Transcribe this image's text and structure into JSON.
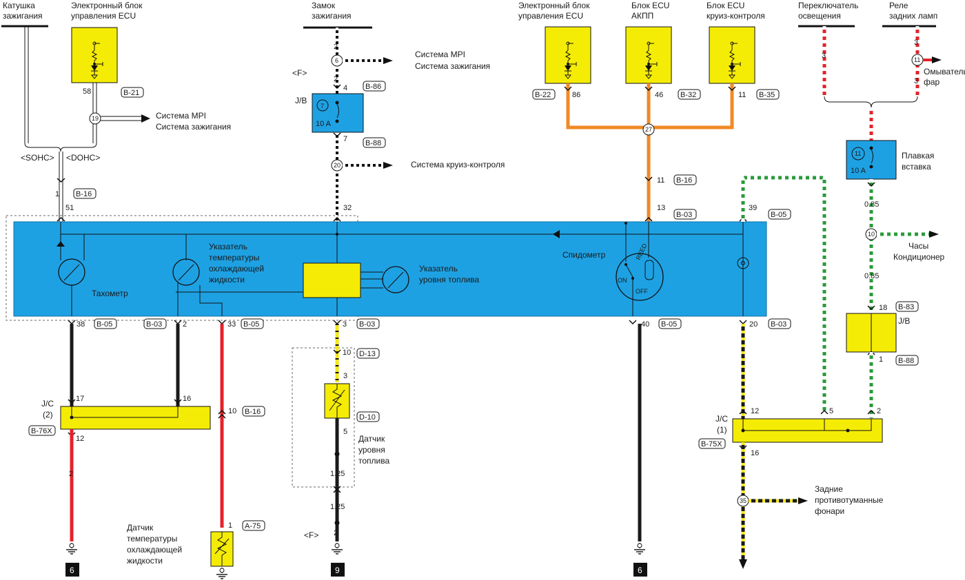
{
  "headers": {
    "ignition_coil": [
      "Катушка",
      "зажигания"
    ],
    "ecu_left": [
      "Электронный блок",
      "управления ECU"
    ],
    "ignition_switch": [
      "Замок",
      "зажигания"
    ],
    "ecu_right": [
      "Электронный блок",
      "управления ECU"
    ],
    "at_ecu": [
      "Блок ECU",
      "АКПП"
    ],
    "cruise_ecu": [
      "Блок ECU",
      "круиз-контроля"
    ],
    "light_switch": [
      "Переключатель",
      "освещения"
    ],
    "tail_relay": [
      "Реле",
      "задних ламп"
    ]
  },
  "connectors": {
    "b21": "B-21",
    "b16a": "B-16",
    "b86": "B-86",
    "b88a": "B-88",
    "b22": "B-22",
    "b32": "B-32",
    "b35": "B-35",
    "b16b": "B-16",
    "b03a": "B-03",
    "b05a": "B-05",
    "b05b": "B-05",
    "b03b": "B-03",
    "b05c": "B-05",
    "b03c": "B-03",
    "b05d": "B-05",
    "b03d": "B-03",
    "d13": "D-13",
    "d10": "D-10",
    "b16c": "B-16",
    "a75": "A-75",
    "b76x": "B-76X",
    "b75x": "B-75X",
    "b83": "B-83",
    "b88b": "B-88"
  },
  "pins": {
    "p58": "58",
    "p1a": "1",
    "p51": "51",
    "p2a": "2",
    "p2b": "2",
    "p4": "4",
    "p7": "7",
    "p32": "32",
    "p86": "86",
    "p46": "46",
    "p11a": "11",
    "p11b": "11",
    "p13": "13",
    "p39": "39",
    "p3a": "3",
    "p3b": "3",
    "p18": "18",
    "p1b": "1",
    "p38": "38",
    "p2c": "2",
    "p33": "33",
    "p3c": "3",
    "p40": "40",
    "p20": "20",
    "p10a": "10",
    "p3d": "3",
    "p5a": "5",
    "p17": "17",
    "p16a": "16",
    "p10b": "10",
    "p12a": "12",
    "p1c": "1",
    "p12b": "12",
    "p5b": "5",
    "p2d": "2",
    "p16b": "16",
    "w2": "2",
    "w125a": "1.25",
    "w125b": "1.25",
    "w2b": "2",
    "w085a": "0.85",
    "w085b": "0.85"
  },
  "junctions": {
    "j19": "19",
    "j6": "6",
    "j20": "20",
    "j27": "27",
    "j11": "11",
    "j10": "10",
    "j35": "35"
  },
  "fuses": {
    "jb_label": "J/B",
    "fuse7_num": "7",
    "fuse7_rating": "10 A",
    "fuse11_num": "11",
    "fuse11_rating": "10 A",
    "fuse11_label": [
      "Плавкая",
      "вставка"
    ]
  },
  "variants": {
    "sohc": "<SOHC>",
    "dohc": "<DOHC>",
    "f_top": "<F>",
    "f_bottom": "<F>"
  },
  "arrows": {
    "mpi_left": [
      "Система MPI",
      "Система зажигания"
    ],
    "mpi_center": [
      "Система MPI",
      "Система зажигания"
    ],
    "cruise": "Система круиз-контроля",
    "washer": [
      "Омыватель",
      "фар"
    ],
    "clock": [
      "Часы",
      "Кондиционер"
    ],
    "fog_lamps": [
      "Задние",
      "противотуманные",
      "фонари"
    ]
  },
  "cluster": {
    "tachometer": "Тахометр",
    "temp_gauge": [
      "Указатель",
      "температуры",
      "охлаждающей",
      "жидкости"
    ],
    "fuel_gauge": [
      "Указатель",
      "уровня топлива"
    ],
    "speedometer": "Спидометр",
    "reed_on": "ON",
    "reed_off": "OFF",
    "reed_label": "REED"
  },
  "lower": {
    "jc2": [
      "J/C",
      "(2)"
    ],
    "jc1": [
      "J/C",
      "(1)"
    ],
    "jb_right": "J/B",
    "fuel_sensor": [
      "Датчик",
      "уровня",
      "топлива"
    ],
    "temp_sensor": [
      "Датчик",
      "температуры",
      "охлаждающей",
      "жидкости"
    ]
  },
  "grounds": {
    "g1": "6",
    "g2": "9",
    "g3": "6"
  },
  "colors": {
    "cluster_blue": "#1ea1e3",
    "component_yellow": "#f5ec05",
    "wire_orange": "#f08a25",
    "wire_red": "#e3232a",
    "wire_green": "#2a9a3a",
    "wire_black": "#1a1a1a",
    "wire_yellow": "#f5e71d"
  }
}
